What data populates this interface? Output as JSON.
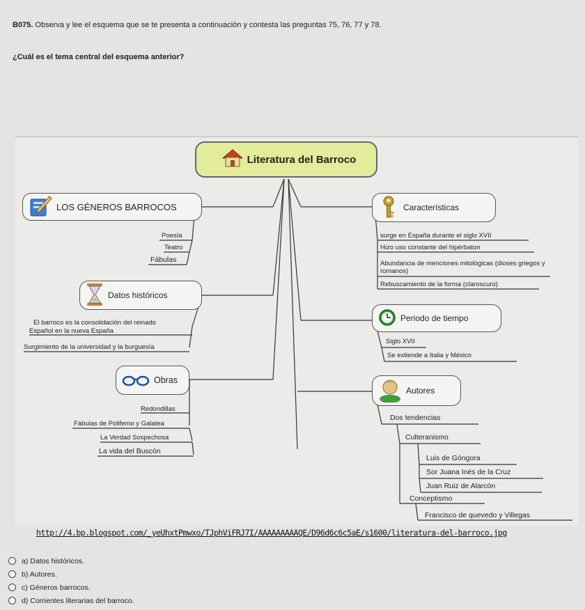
{
  "question": {
    "id": "B075.",
    "instructions": "Observa y lee el esquema que se te presenta a continuación y contesta las preguntas 75, 76, 77 y 78.",
    "text": "¿Cuál es el tema central del esquema anterior?"
  },
  "mindmap": {
    "root": "Literatura del Barroco",
    "generos": {
      "title": "LOS GÉNEROS BARROCOS",
      "items": [
        "Poesía",
        "Teatro",
        "Fábulas"
      ]
    },
    "datos": {
      "title": "Datos históricos",
      "items": [
        "El barroco es la consolidación del reinado",
        "Español en la nueva España",
        "Surgimiento de la universidad y la burguesía"
      ]
    },
    "obras": {
      "title": "Obras",
      "items": [
        "Redondillas",
        "Fábulas de Polifemo y Galatea",
        "La Verdad Sospechosa",
        "La vida del Buscón"
      ]
    },
    "caracteristicas": {
      "title": "Características",
      "items": [
        "surge en España durante el siglo XVII",
        "Hizo uso constante del hipérbaton",
        "Abundancia de menciones mitológicas (dioses griegos y romanos)",
        "Rebuscamiento de la forma (claroscuro)"
      ]
    },
    "periodo": {
      "title": "Periodo de tiempo",
      "items": [
        "Siglo XVII",
        "Se extiende a Italia y México"
      ]
    },
    "autores": {
      "title": "Autores",
      "tendencias": "Dos tendencias",
      "culteranismo": "Culteranismo",
      "culteranistas": [
        "Luis de Góngora",
        "Sor Juana Inés de la Cruz",
        "Juan Ruiz de Alarcón"
      ],
      "conceptismo": "Conceptismo",
      "conceptistas": [
        "Francisco de quevedo y Villegas"
      ]
    }
  },
  "source_url": "http://4.bp.blogspot.com/_yeUhxtPmwxo/TJphViFRJ7I/AAAAAAAAAQE/D96d6c6c5aE/s1600/literatura-del-barroco.jpg",
  "options": [
    "a) Datos históricos.",
    "b) Autores.",
    "c) Géneros barrocos.",
    "d) Corrientes literarias del barroco."
  ],
  "colors": {
    "root_fill": "#e2ec9a",
    "house_roof": "#c8401e",
    "clock_green": "#2f9e2f",
    "key_gold": "#c9a227",
    "glasses_blue": "#1d4f9c"
  }
}
